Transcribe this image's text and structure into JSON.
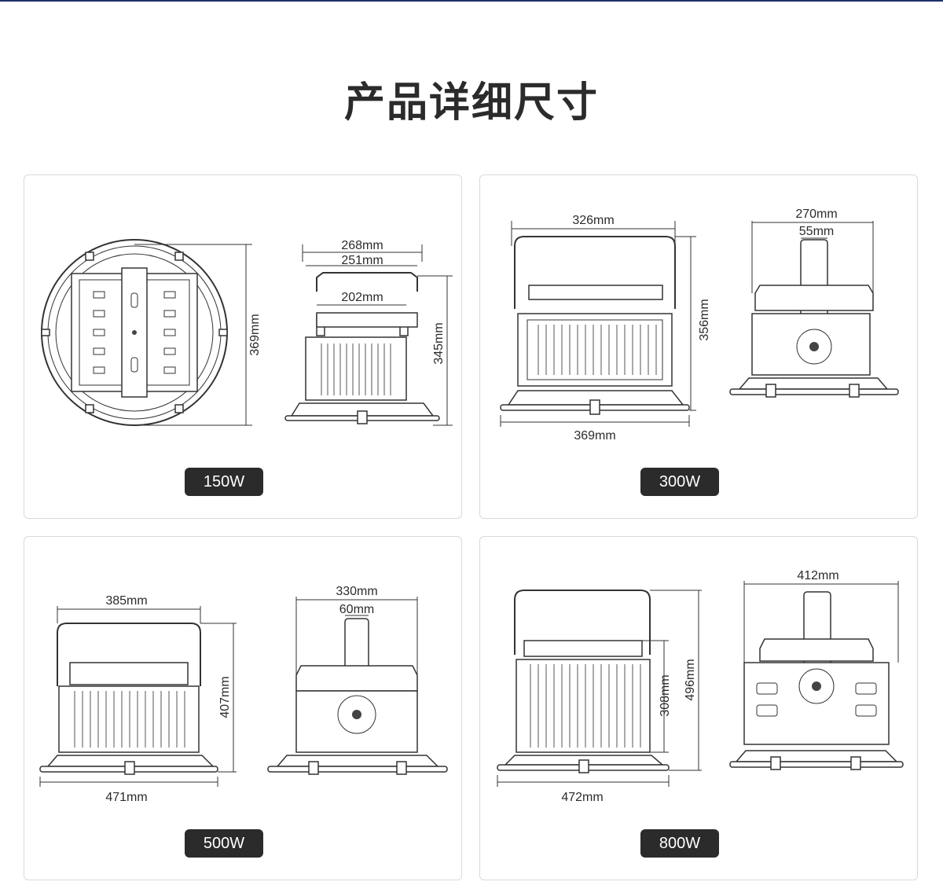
{
  "page": {
    "title": "产品详细尺寸"
  },
  "products": [
    {
      "power": "150W",
      "dims": {
        "height": "369mm",
        "top_width": "268mm",
        "mid_width": "251mm",
        "inner_width": "202mm",
        "side_height": "345mm"
      }
    },
    {
      "power": "300W",
      "dims": {
        "bracket_width": "326mm",
        "height": "356mm",
        "base_width": "369mm",
        "side_width": "270mm",
        "arm_width": "55mm"
      }
    },
    {
      "power": "500W",
      "dims": {
        "bracket_width": "385mm",
        "height": "407mm",
        "base_width": "471mm",
        "side_width": "330mm",
        "arm_width": "60mm"
      }
    },
    {
      "power": "800W",
      "dims": {
        "body_height": "308mm",
        "height": "496mm",
        "base_width": "472mm",
        "side_width": "412mm"
      }
    }
  ]
}
